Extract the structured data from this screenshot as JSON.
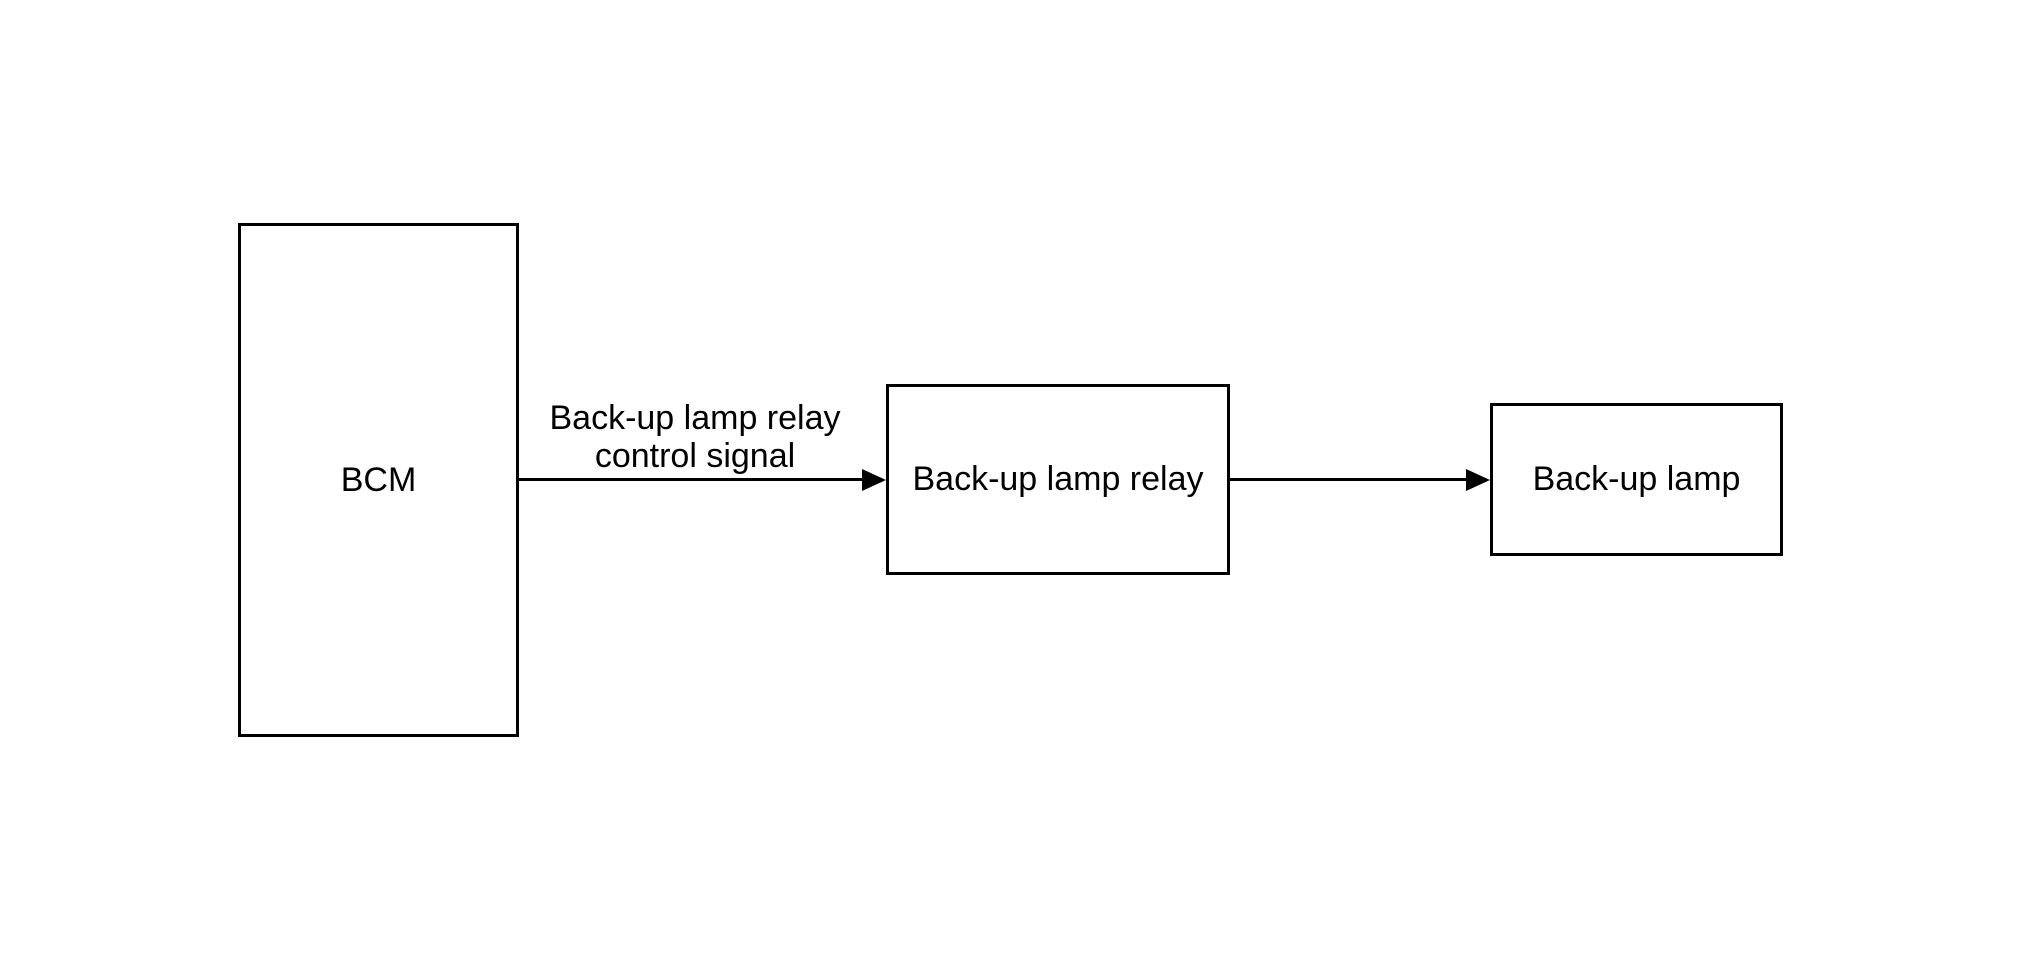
{
  "diagram": {
    "background_color": "#ffffff",
    "stroke_color": "#000000",
    "nodes": {
      "bcm": {
        "label": "BCM"
      },
      "relay": {
        "label": "Back-up lamp relay"
      },
      "lamp": {
        "label": "Back-up lamp"
      }
    },
    "edges": {
      "bcm_to_relay": {
        "from": "bcm",
        "to": "relay",
        "label_line1": "Back-up lamp relay",
        "label_line2": "control signal"
      },
      "relay_to_lamp": {
        "from": "relay",
        "to": "lamp",
        "label_line1": "",
        "label_line2": ""
      }
    }
  }
}
